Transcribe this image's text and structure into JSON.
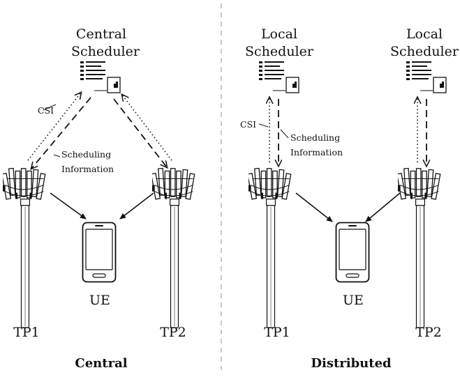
{
  "panels": {
    "left": {
      "caption": "Central",
      "scheduler": {
        "line1": "Central",
        "line2": "Scheduler"
      },
      "csi_label": "CSI",
      "sched_info": {
        "line1": "Scheduling",
        "line2": "Information"
      },
      "ue_label": "UE",
      "tp1_label": "TP1",
      "tp2_label": "TP2"
    },
    "right": {
      "caption": "Distributed",
      "scheduler1": {
        "line1": "Local",
        "line2": "Scheduler"
      },
      "scheduler2": {
        "line1": "Local",
        "line2": "Scheduler"
      },
      "csi_label": "CSI",
      "sched_info": {
        "line1": "Scheduling",
        "line2": "Information"
      },
      "ue_label": "UE",
      "tp1_label": "TP1",
      "tp2_label": "TP2"
    }
  },
  "icons": {
    "scheduler": "scheduler-server-icon",
    "transmission_point": "antenna-tower-icon",
    "user_equipment": "smartphone-icon"
  },
  "legend": {
    "csi_line_style": "dotted",
    "scheduling_line_style": "dashed"
  }
}
